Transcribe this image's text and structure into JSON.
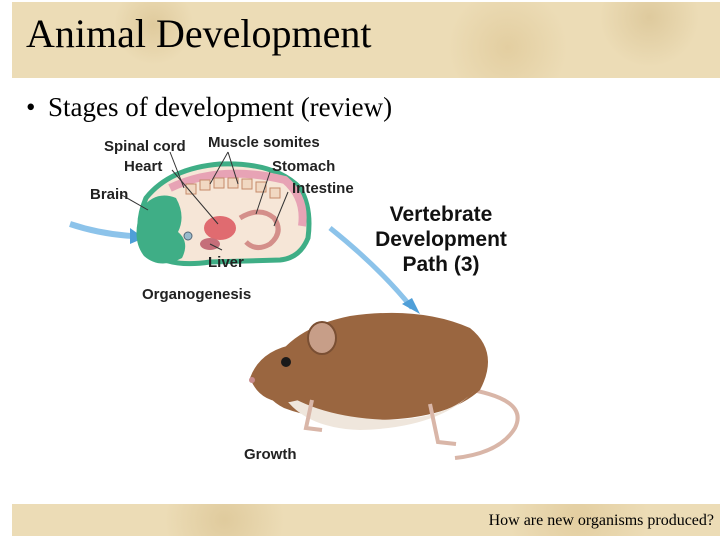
{
  "slide": {
    "title": "Animal Development",
    "bullet": "Stages of development (review)",
    "footer": "How are new organisms produced?"
  },
  "figure": {
    "labels": {
      "spinal_cord": "Spinal cord",
      "muscle_somites": "Muscle somites",
      "heart": "Heart",
      "stomach": "Stomach",
      "intestine": "Intestine",
      "brain": "Brain",
      "liver": "Liver",
      "organogenesis": "Organogenesis",
      "growth": "Growth"
    },
    "path_title": [
      "Vertebrate",
      "Development",
      "Path (3)"
    ]
  },
  "colors": {
    "parchment": "#ecdcb6",
    "embryo_green": "#3fae86",
    "arrow_blue": "#4f9fd8",
    "mouse_brown": "#9a6640"
  }
}
